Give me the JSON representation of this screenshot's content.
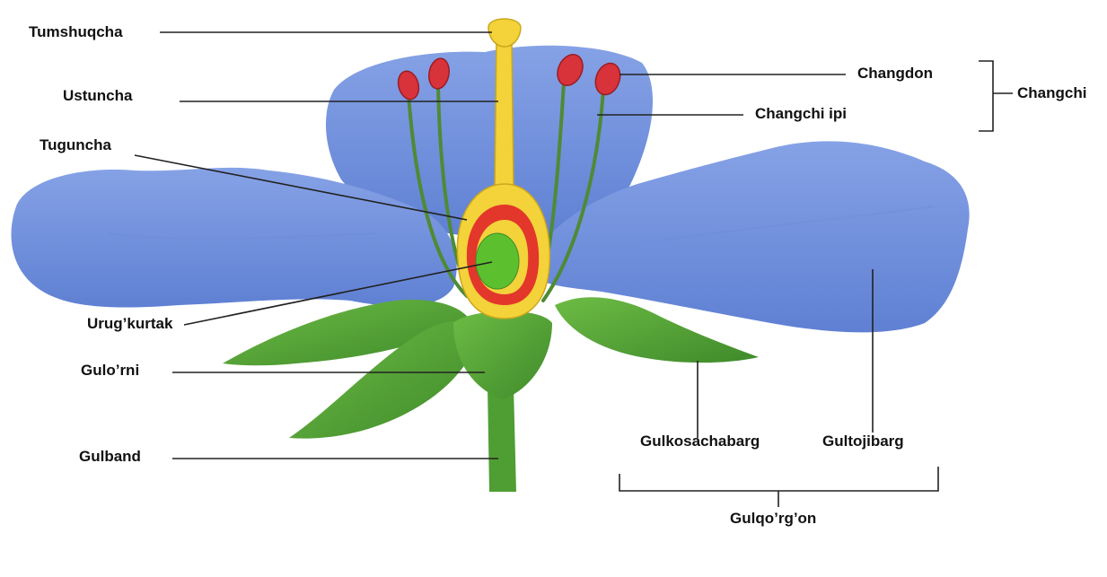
{
  "labels": {
    "tumshuqcha": "Tumshuqcha",
    "ustuncha": "Ustuncha",
    "tuguncha": "Tuguncha",
    "urugkurtak": "Urug’kurtak",
    "gulorni": "Gulo’rni",
    "gulband": "Gulband",
    "changdon": "Changdon",
    "changchi_ipi": "Changchi ipi",
    "changchi": "Changchi",
    "gulkosachabarg": "Gulkosachabarg",
    "gultojibarg": "Gultojibarg",
    "gulqorgon": "Gulqo’rg’on"
  },
  "colors": {
    "petal": "#7391dd",
    "petal_shade": "#5a7bd0",
    "sepal": "#5aa83a",
    "sepal_dark": "#3f8a2a",
    "pistil": "#f3d23a",
    "ovary_wall": "#e2372a",
    "ovule": "#5cc02e",
    "anther": "#d8323a",
    "leader_line": "#222222"
  }
}
